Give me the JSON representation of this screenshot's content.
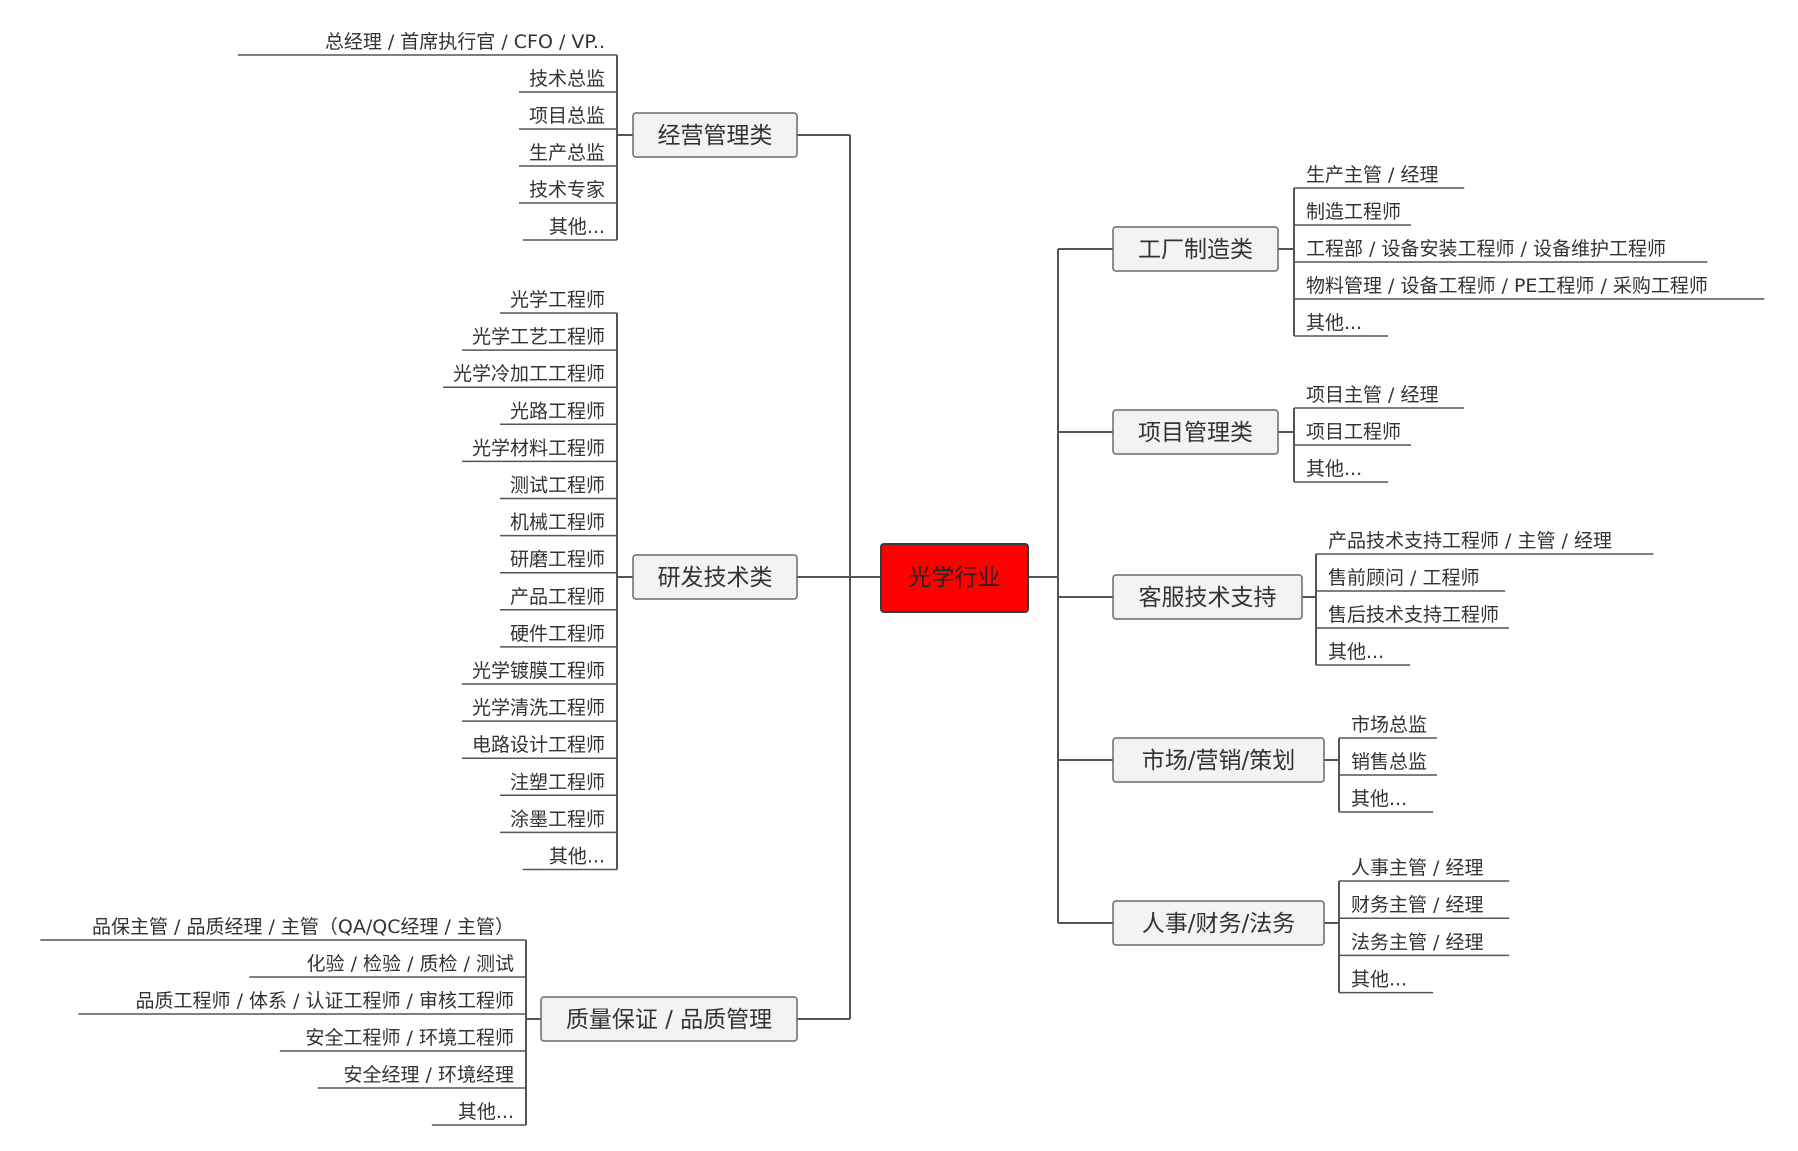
{
  "colors": {
    "root_fill": "#ff0000",
    "category_fill": "#f3f3f3",
    "line": "#555555"
  },
  "root": {
    "label": "光学行业"
  },
  "left": [
    {
      "label": "经营管理类",
      "items": [
        "总经理 / 首席执行官 / CFO  /  VP..",
        "技术总监",
        "项目总监",
        "生产总监",
        "技术专家",
        "其他..."
      ]
    },
    {
      "label": "研发技术类",
      "items": [
        "光学工程师",
        "光学工艺工程师",
        "光学冷加工工程师",
        "光路工程师",
        "光学材料工程师",
        "测试工程师",
        "机械工程师",
        "研磨工程师",
        "产品工程师",
        "硬件工程师",
        "光学镀膜工程师",
        "光学清洗工程师",
        "电路设计工程师",
        "注塑工程师",
        "涂墨工程师",
        "其他..."
      ]
    },
    {
      "label": "质量保证 / 品质管理",
      "items": [
        "品保主管 / 品质经理 / 主管（QA/QC经理 / 主管）",
        "化验 / 检验 / 质检 / 测试",
        "品质工程师 / 体系 / 认证工程师 / 审核工程师",
        "安全工程师 / 环境工程师",
        "安全经理 / 环境经理",
        "其他..."
      ]
    }
  ],
  "right": [
    {
      "label": "工厂制造类",
      "items": [
        "生产主管 / 经理",
        "制造工程师",
        "工程部 / 设备安装工程师 / 设备维护工程师",
        "物料管理 / 设备工程师 / PE工程师 / 采购工程师",
        "其他..."
      ]
    },
    {
      "label": "项目管理类",
      "items": [
        "项目主管 / 经理",
        "项目工程师",
        "其他..."
      ]
    },
    {
      "label": "客服技术支持",
      "items": [
        "产品技术支持工程师 / 主管 / 经理",
        "售前顾问 / 工程师",
        "售后技术支持工程师",
        "其他..."
      ]
    },
    {
      "label": "市场/营销/策划",
      "items": [
        "市场总监",
        "销售总监",
        "其他..."
      ]
    },
    {
      "label": "人事/财务/法务",
      "items": [
        "人事主管 / 经理",
        "财务主管 / 经理",
        "法务主管 / 经理",
        "其他..."
      ]
    }
  ]
}
